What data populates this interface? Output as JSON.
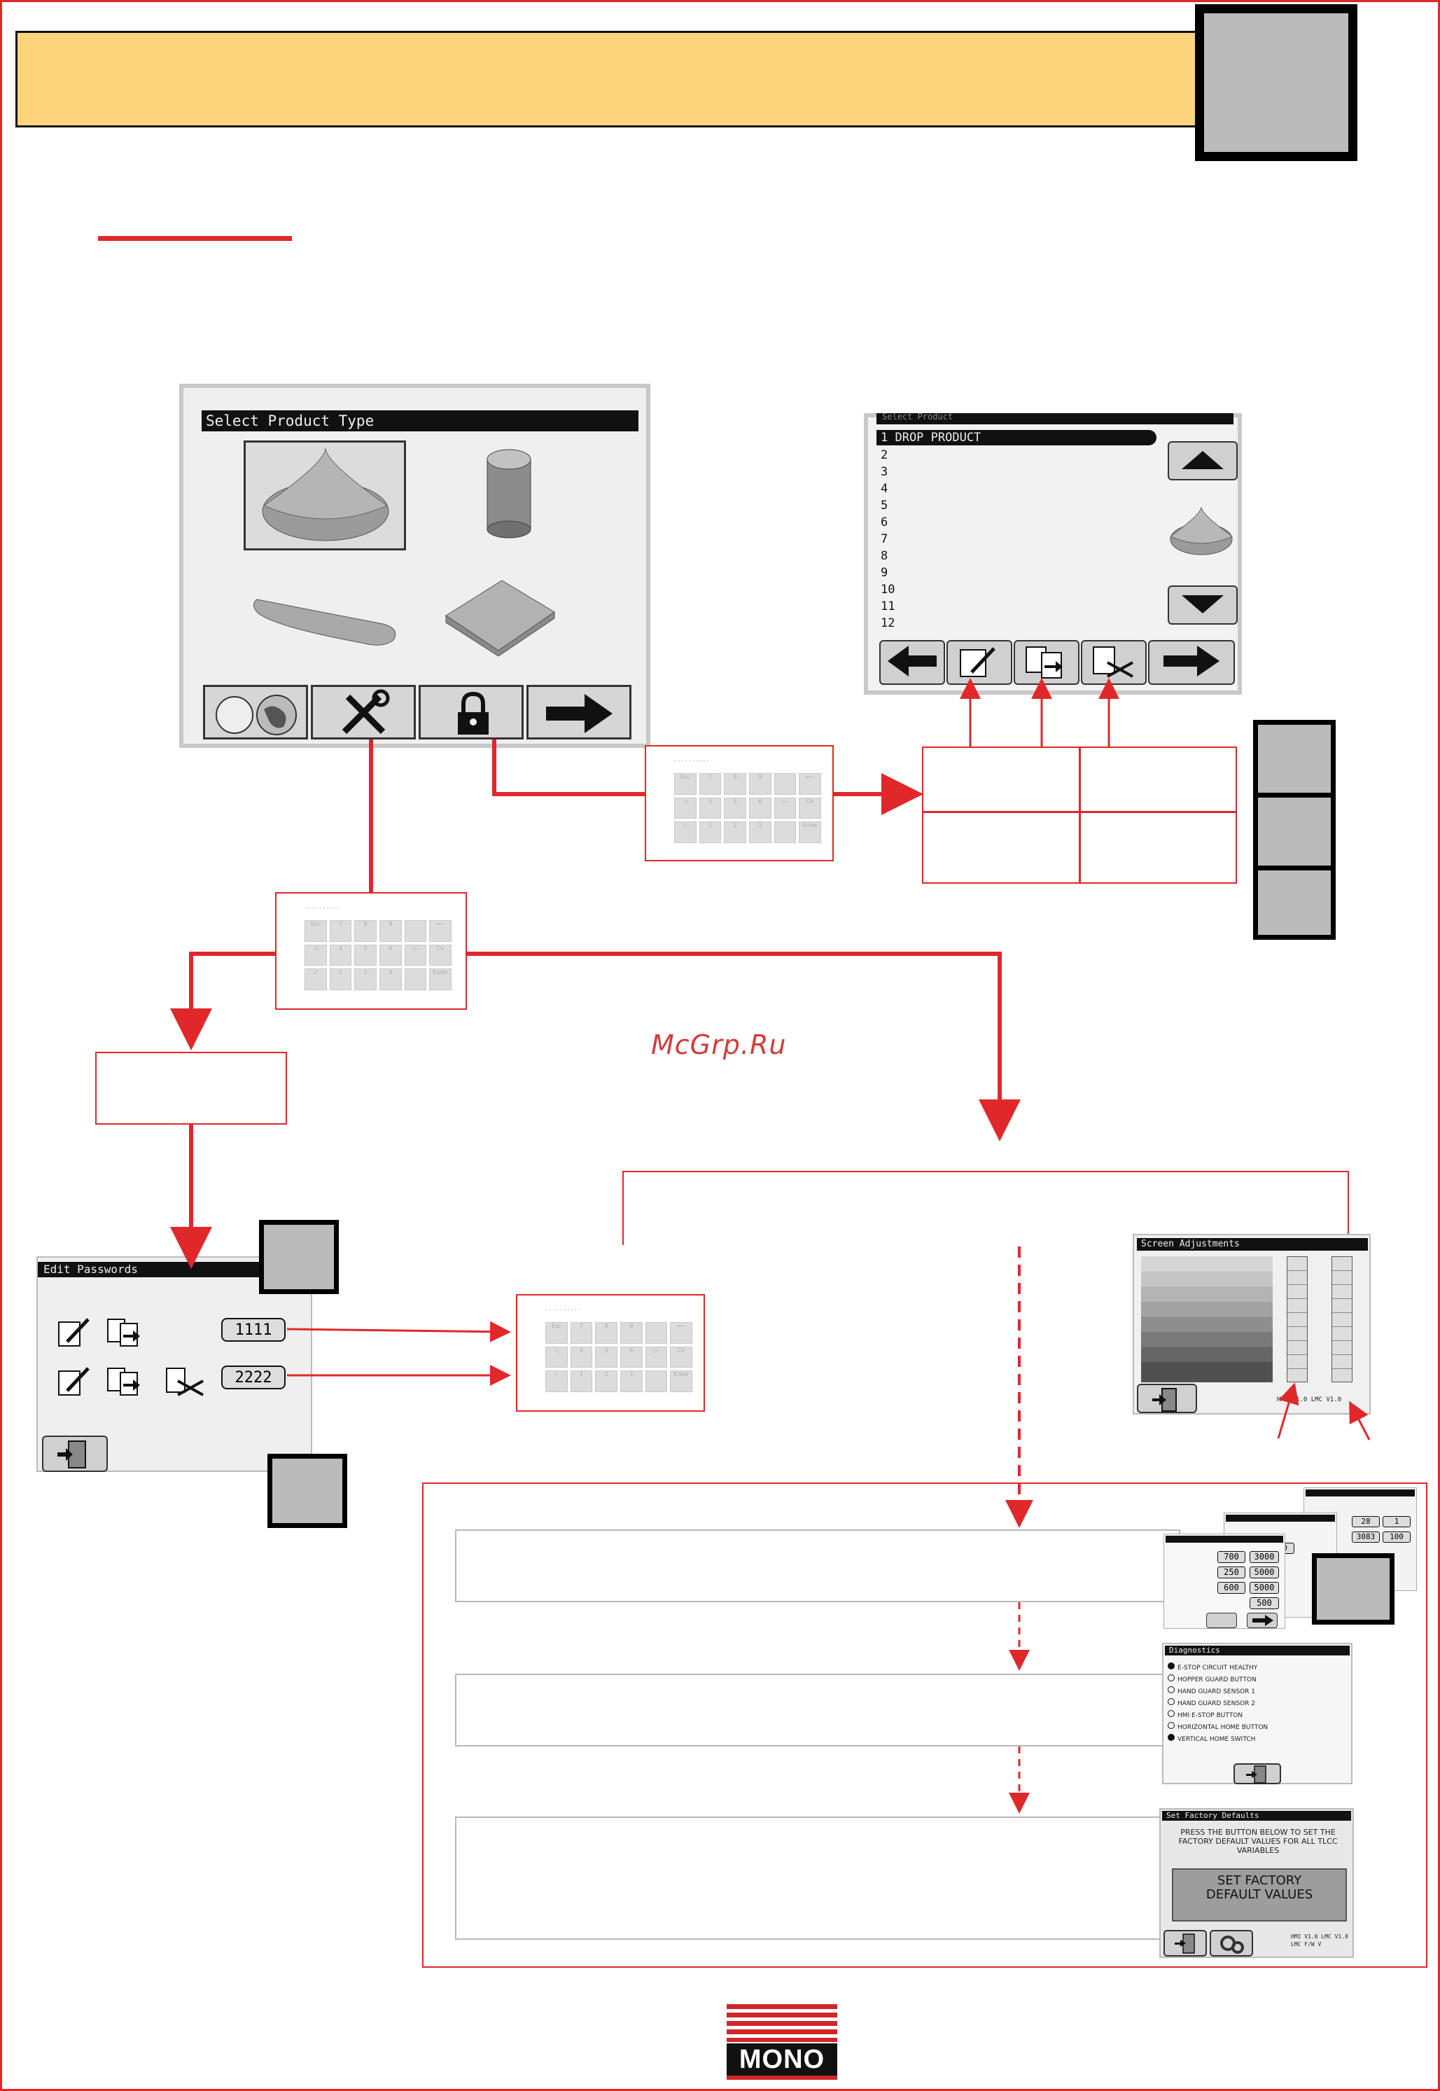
{
  "screens": {
    "select_product_type": {
      "title": "Select Product Type",
      "icons": [
        "cone-icon",
        "cylinder-icon",
        "baguette-icon",
        "tray-icon",
        "language-icon",
        "tools-icon",
        "lock-icon",
        "arrow-right-icon"
      ]
    },
    "select_product": {
      "title": "Select Product",
      "rows": [
        "1 DROP PRODUCT",
        "2",
        "3",
        "4",
        "5",
        "6",
        "7",
        "8",
        "9",
        "10",
        "11",
        "12"
      ],
      "icons": [
        "scroll-up-icon",
        "cone-icon",
        "scroll-down-icon",
        "arrow-left-icon",
        "edit-icon",
        "copy-icon",
        "delete-icon",
        "arrow-right-icon"
      ]
    },
    "edit_passwords": {
      "title": "Edit Passwords",
      "password_1": "1111",
      "password_2": "2222"
    },
    "screen_adjustments": {
      "title": "Screen Adjustments",
      "version_text": "HMI V1.0  LMC V1.0"
    },
    "engineering_settings": {
      "values_front": [
        "700",
        "3000",
        "250",
        "5000",
        "600",
        "5000",
        "500"
      ],
      "values_back": [
        "320",
        "28",
        "1",
        "3083",
        "100"
      ]
    },
    "diagnostics": {
      "title": "Diagnostics",
      "items": [
        "E-STOP CIRCUIT HEALTHY",
        "HOPPER GUARD BUTTON",
        "HAND GUARD SENSOR 1",
        "HAND GUARD SENSOR 2",
        "HMI E-STOP BUTTON",
        "HORIZONTAL HOME BUTTON",
        "VERTICAL HOME SWITCH"
      ],
      "active": [
        true,
        false,
        false,
        false,
        false,
        false,
        true
      ]
    },
    "factory_defaults": {
      "title": "Set Factory Defaults",
      "instruction": "PRESS THE BUTTON BELOW TO SET THE FACTORY DEFAULT VALUES FOR ALL TLCC VARIABLES",
      "button_label": "SET FACTORY DEFAULT VALUES",
      "version_text": "HMI V1.0  LMC V1.0  LMC F/W V"
    }
  },
  "keypad": {
    "keys": [
      "Esc",
      "7",
      "8",
      "9",
      "",
      "⟵",
      "◁",
      "4",
      "5",
      "6",
      "▷",
      "Clr",
      "✓",
      "1",
      "2",
      "3",
      "",
      "Enter"
    ]
  },
  "watermark": "McGrp.Ru",
  "brand": "MONO",
  "colors": {
    "accent_red": "#e0282a",
    "header_band": "#fed47c",
    "tab_gray": "#bbbbbb"
  }
}
